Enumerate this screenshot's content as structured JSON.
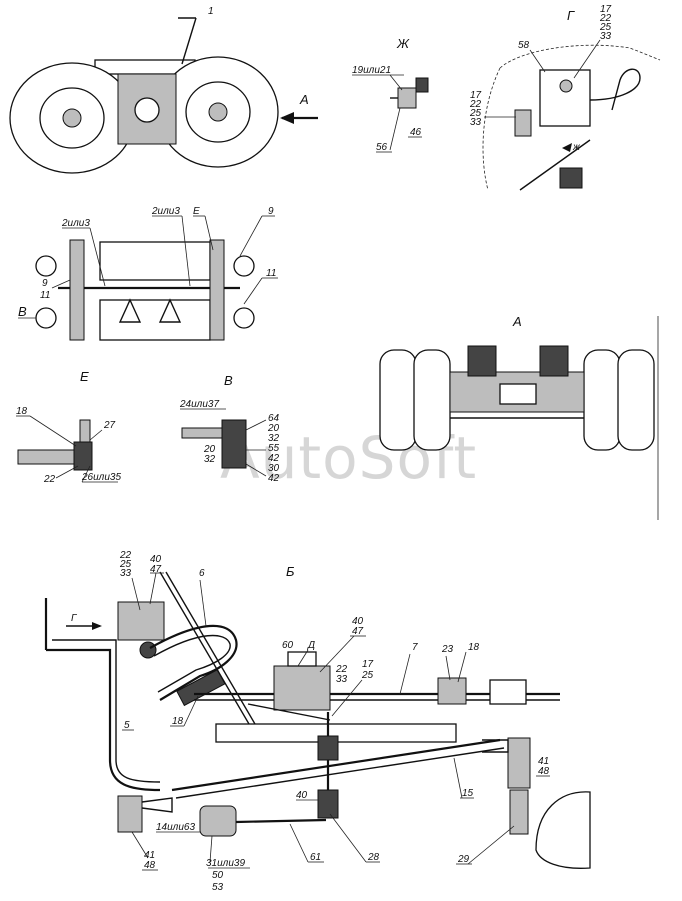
{
  "watermark": "AutoSoft",
  "views": {
    "top_left": "1",
    "arrow_A": "A",
    "zh": "Ж",
    "g": "Г",
    "e": "Е",
    "v": "В",
    "a_view": "А",
    "b_view": "Б",
    "d": "Д"
  },
  "labels": {
    "l_1": "1",
    "l_19or21": "19или21",
    "l_46": "46",
    "l_56": "56",
    "l_58": "58",
    "g_17a": "17",
    "g_22a": "22",
    "g_25a": "25",
    "g_33a": "33",
    "g_17b": "17",
    "g_22b": "22",
    "g_25b": "25",
    "g_33b": "33",
    "g_zh": "ж",
    "m_2or3a": "2или3",
    "m_2or3b": "2или3",
    "m_E": "Е",
    "m_9a": "9",
    "m_9b": "9",
    "m_11a": "11",
    "m_11b": "11",
    "m_V": "В",
    "e_18": "18",
    "e_27": "27",
    "e_22": "22",
    "e_26or35": "26или35",
    "v_24or37": "24или37",
    "v_64": "64",
    "v_20a": "20",
    "v_32a": "32",
    "v_55": "55",
    "v_42": "42",
    "v_20b": "20",
    "v_32b": "32",
    "v_30": "30",
    "v_42b": "42",
    "b_22": "22",
    "b_25": "25",
    "b_33": "33",
    "b_40a": "40",
    "b_47a": "47",
    "b_6": "6",
    "b_G": "Г",
    "b_5": "5",
    "b_18a": "18",
    "b_60": "60",
    "b_D": "Д",
    "b_40b": "40",
    "b_47b": "47",
    "b_22b": "22",
    "b_33b": "33",
    "b_17": "17",
    "b_25b": "25",
    "b_7": "7",
    "b_23": "23",
    "b_18b": "18",
    "b_15": "15",
    "b_41a": "41",
    "b_48a": "48",
    "b_40c": "40",
    "b_14or63": "14или63",
    "b_41b": "41",
    "b_48b": "48",
    "b_31or39": "31или39",
    "b_50": "50",
    "b_53": "53",
    "b_61": "61",
    "b_28": "28",
    "b_29": "29"
  }
}
